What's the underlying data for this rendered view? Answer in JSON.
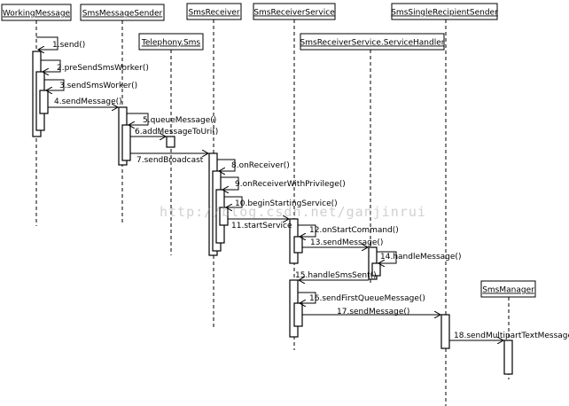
{
  "watermark": "http://blog.csdn.net/ganjinrui",
  "participants": [
    {
      "id": "workingmessage",
      "name": "WorkingMessage"
    },
    {
      "id": "smsmessagesender",
      "name": "SmsMessageSender"
    },
    {
      "id": "telephony-sms",
      "name": "Telephony.Sms"
    },
    {
      "id": "smsreceiver",
      "name": "SmsReceiver"
    },
    {
      "id": "smsreceiverservice",
      "name": "SmsReceiverService"
    },
    {
      "id": "servicehandler",
      "name": "SmsReceiverService.ServiceHandler"
    },
    {
      "id": "smssinglerecipientsender",
      "name": "SmsSingleRecipientSender"
    },
    {
      "id": "smsmanager",
      "name": "SmsManager"
    }
  ],
  "messages": [
    {
      "n": "1",
      "label": "send()"
    },
    {
      "n": "2",
      "label": "preSendSmsWorker()"
    },
    {
      "n": "3",
      "label": "sendSmsWorker()"
    },
    {
      "n": "4",
      "label": "sendMessage()"
    },
    {
      "n": "5",
      "label": "queueMessage()"
    },
    {
      "n": "6",
      "label": "addMessageToUri()"
    },
    {
      "n": "7",
      "label": "sendBroadcast"
    },
    {
      "n": "8",
      "label": "onReceiver()"
    },
    {
      "n": "9",
      "label": "onReceiverWithPrivilege()"
    },
    {
      "n": "10",
      "label": "beginStartingService()"
    },
    {
      "n": "11",
      "label": "startService"
    },
    {
      "n": "12",
      "label": "onStartCommand()"
    },
    {
      "n": "13",
      "label": "sendMessage()"
    },
    {
      "n": "14",
      "label": "handleMessage()"
    },
    {
      "n": "15",
      "label": "handleSmsSent()"
    },
    {
      "n": "16",
      "label": "sendFirstQueueMessage()"
    },
    {
      "n": "17",
      "label": "sendMessage()"
    },
    {
      "n": "18",
      "label": "sendMultipartTextMessage()"
    }
  ]
}
